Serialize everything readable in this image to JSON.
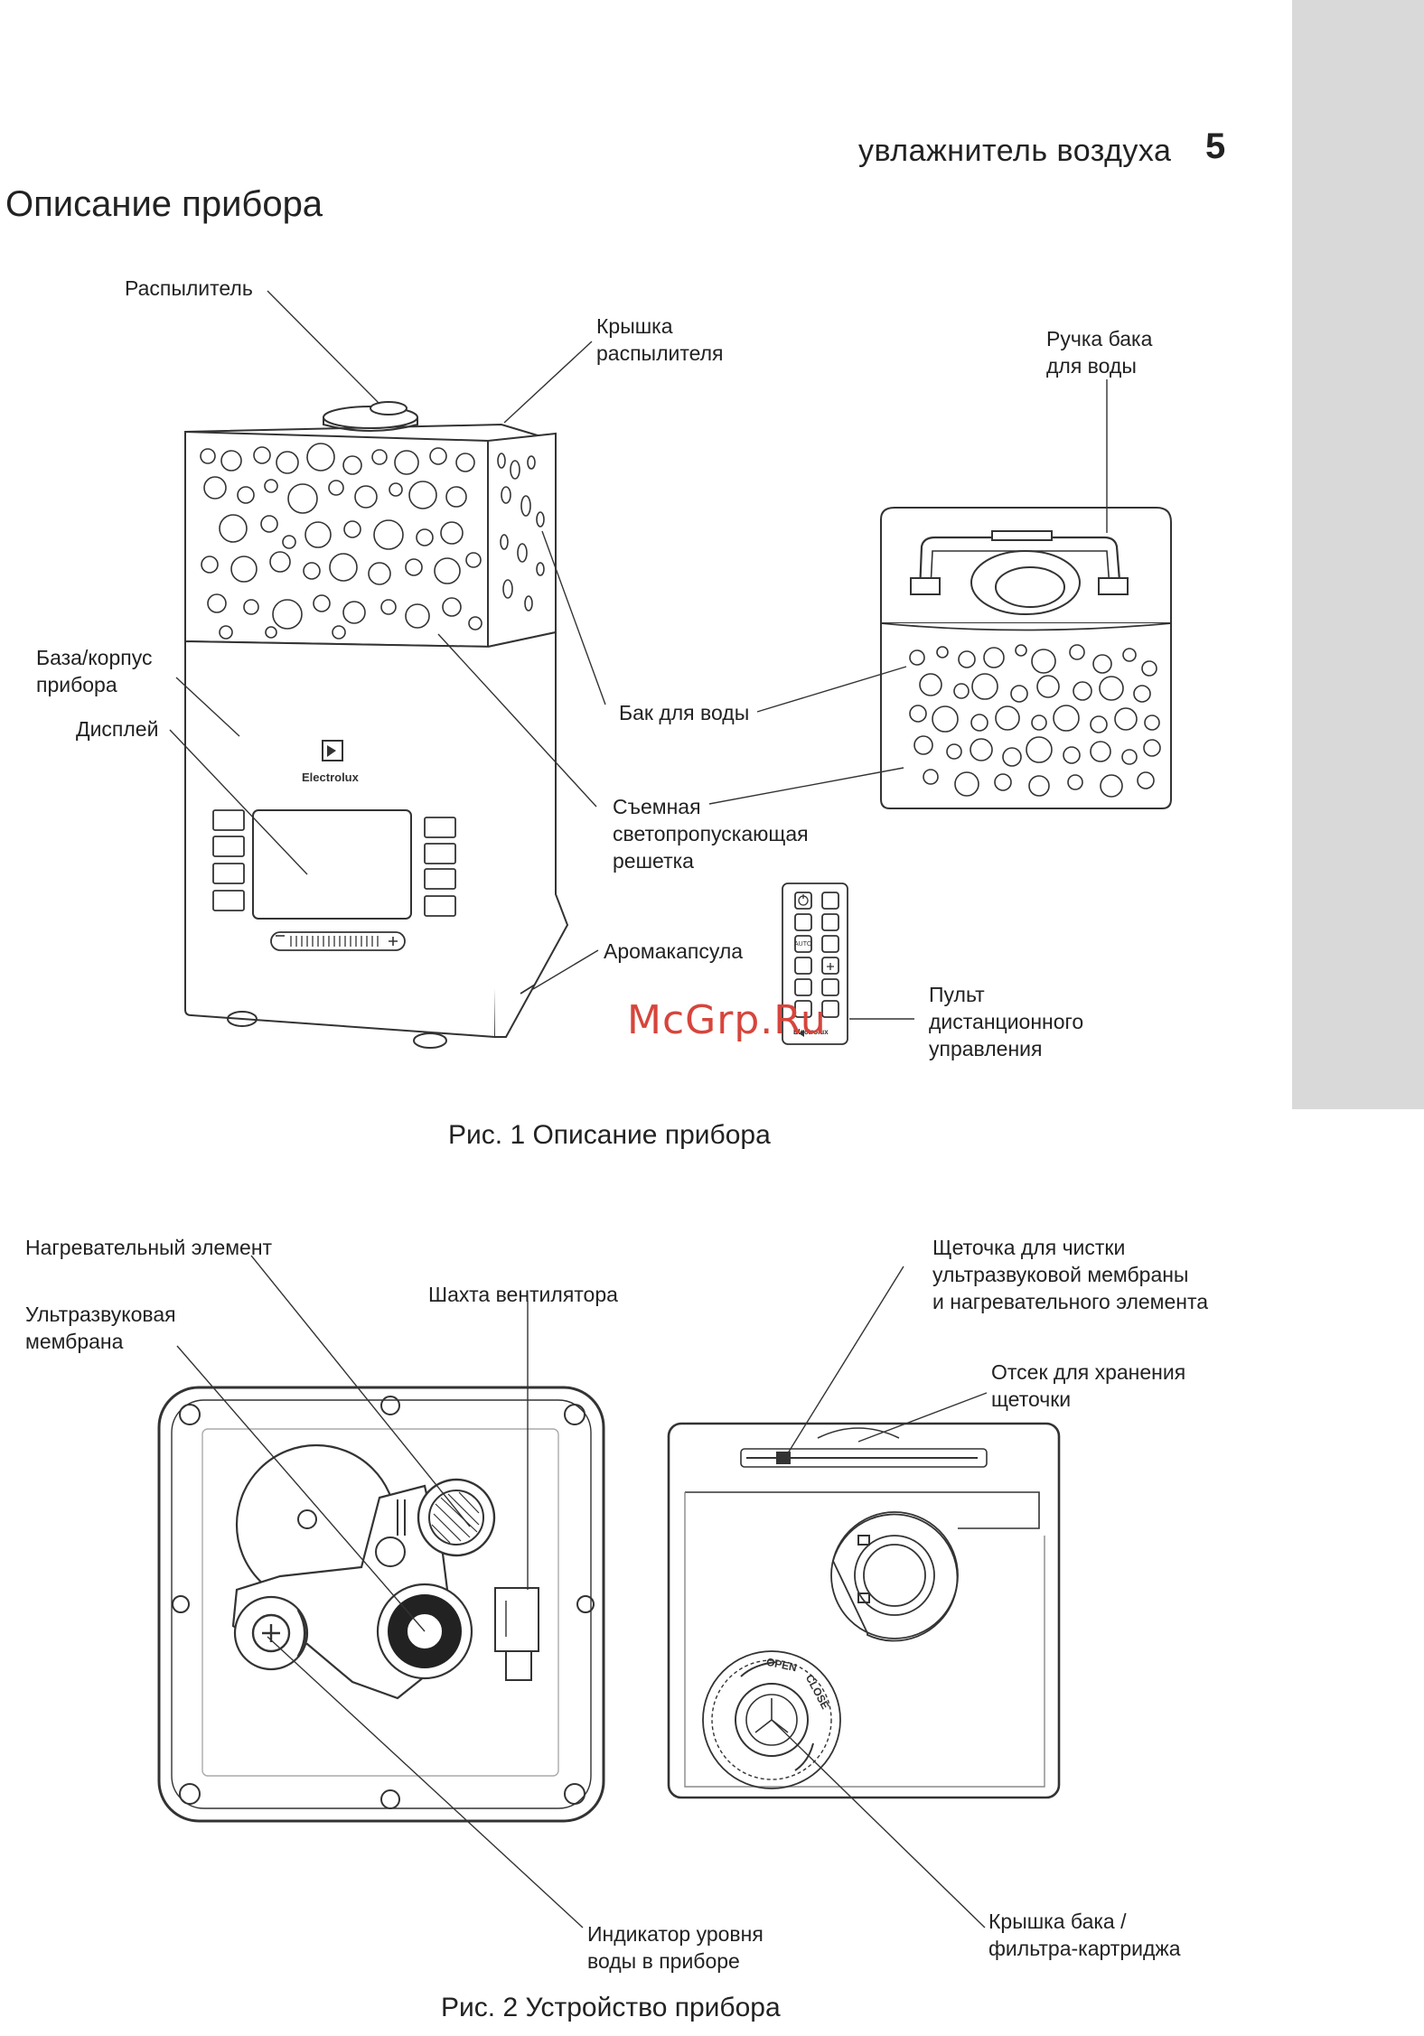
{
  "header": {
    "title": "увлажнитель воздуха",
    "page_number": "5"
  },
  "section_title": "Описание прибора",
  "figure1": {
    "caption": "Рис. 1 Описание прибора",
    "brand": "Electrolux",
    "labels": {
      "sprayer": "Распылитель",
      "sprayer_cover": "Крышка\nраспылителя",
      "tank_handle": "Ручка бака\nдля воды",
      "base": "База/корпус\nприбора",
      "display": "Дисплей",
      "water_tank": "Бак для воды",
      "grille": "Съемная\nсветопропускающая\nрешетка",
      "aroma": "Аромакапсула",
      "remote": "Пульт\nдистанционного\nуправления"
    },
    "remote_auto": "AUTO"
  },
  "figure2": {
    "caption": "Рис. 2 Устройство прибора",
    "labels": {
      "heater": "Нагревательный элемент",
      "fan_shaft": "Шахта вентилятора",
      "membrane": "Ультразвуковая\nмембрана",
      "brush": "Щеточка для чистки\nультразвуковой  мембраны\nи нагревательного элемента",
      "brush_storage": "Отсек для хранения\nщеточки",
      "level_indicator": "Индикатор уровня\nводы в приборе",
      "tank_cap": "Крышка бака /\nфильтра-картриджа"
    },
    "cap_open": "OPEN",
    "cap_close": "CLOSE"
  },
  "watermark": "McGrp.Ru"
}
